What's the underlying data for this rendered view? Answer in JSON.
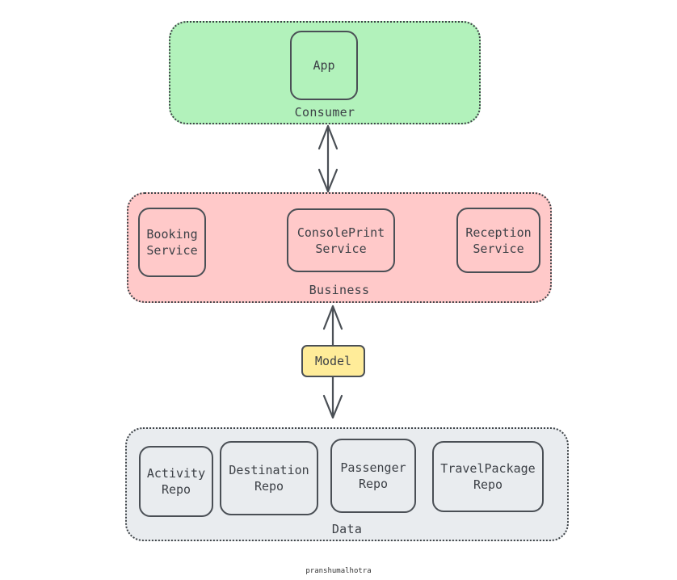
{
  "consumer": {
    "label": "Consumer",
    "color": "#b2f2bb",
    "nodes": [
      {
        "id": "app",
        "lines": [
          "App"
        ]
      }
    ]
  },
  "business": {
    "label": "Business",
    "color": "#ffc9c9",
    "nodes": [
      {
        "id": "booking",
        "lines": [
          "Booking",
          "Service"
        ]
      },
      {
        "id": "consoleprint",
        "lines": [
          "ConsolePrint",
          "Service"
        ]
      },
      {
        "id": "reception",
        "lines": [
          "Reception",
          "Service"
        ]
      }
    ]
  },
  "model": {
    "label": "Model",
    "color": "#ffec99"
  },
  "data_layer": {
    "label": "Data",
    "color": "#e9ecef",
    "nodes": [
      {
        "id": "activity",
        "lines": [
          "Activity",
          "Repo"
        ]
      },
      {
        "id": "destination",
        "lines": [
          "Destination",
          "Repo"
        ]
      },
      {
        "id": "passenger",
        "lines": [
          "Passenger",
          "Repo"
        ]
      },
      {
        "id": "travelpackage",
        "lines": [
          "TravelPackage",
          "Repo"
        ]
      }
    ]
  },
  "author": "pranshumalhotra"
}
